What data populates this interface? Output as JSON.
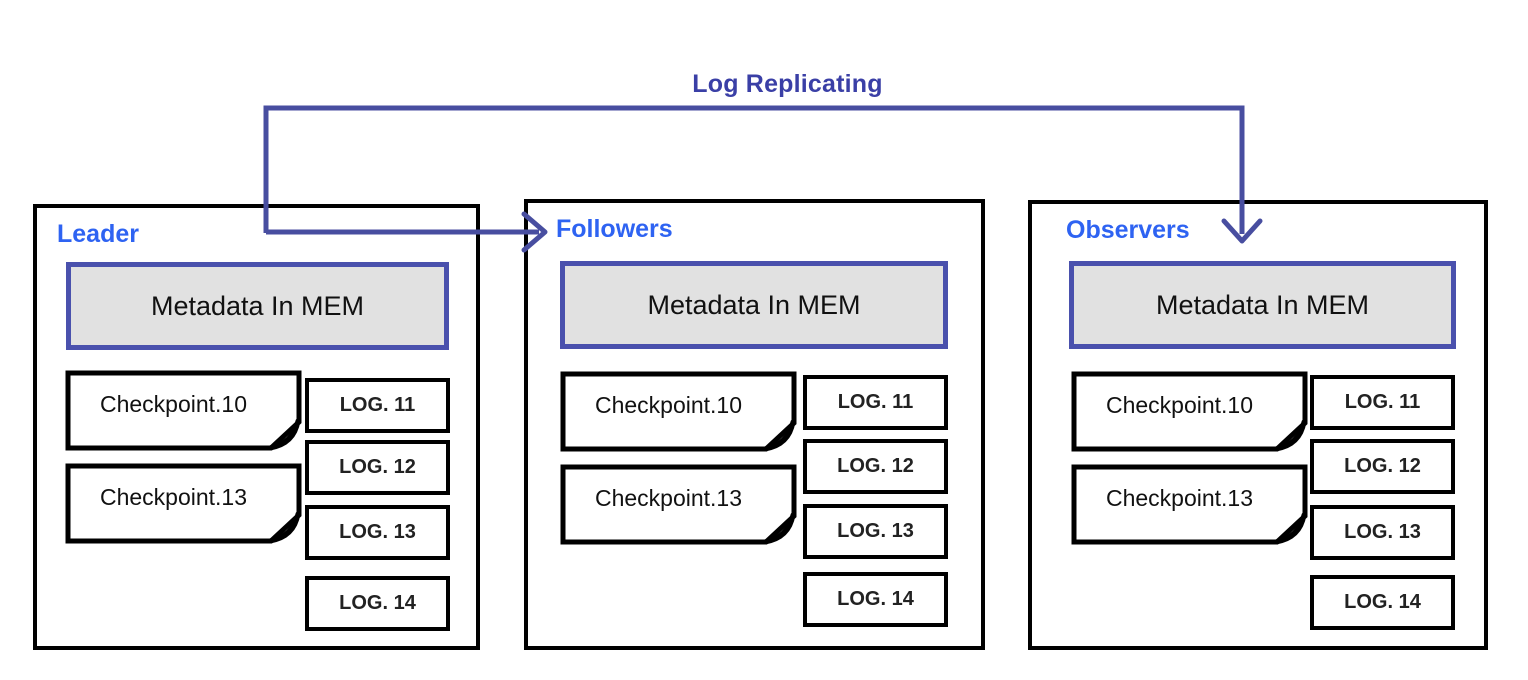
{
  "diagram": {
    "connector_label": "Log Replicating",
    "colors": {
      "node_title_blue": "#2e63f2",
      "connector_indigo": "#484ea0",
      "connector_label_blue": "#3a3fa6",
      "metadata_border": "#4a51ad",
      "metadata_fill": "#e1e1e1",
      "box_border": "#000000"
    },
    "nodes": [
      {
        "title": "Leader",
        "metadata_label": "Metadata In MEM",
        "checkpoints": [
          "Checkpoint.10",
          "Checkpoint.13"
        ],
        "logs": [
          "LOG. 11",
          "LOG. 12",
          "LOG. 13",
          "LOG. 14"
        ]
      },
      {
        "title": "Followers",
        "metadata_label": "Metadata In MEM",
        "checkpoints": [
          "Checkpoint.10",
          "Checkpoint.13"
        ],
        "logs": [
          "LOG. 11",
          "LOG. 12",
          "LOG. 13",
          "LOG. 14"
        ]
      },
      {
        "title": "Observers",
        "metadata_label": "Metadata In MEM",
        "checkpoints": [
          "Checkpoint.10",
          "Checkpoint.13"
        ],
        "logs": [
          "LOG. 11",
          "LOG. 12",
          "LOG. 13",
          "LOG. 14"
        ]
      }
    ]
  }
}
